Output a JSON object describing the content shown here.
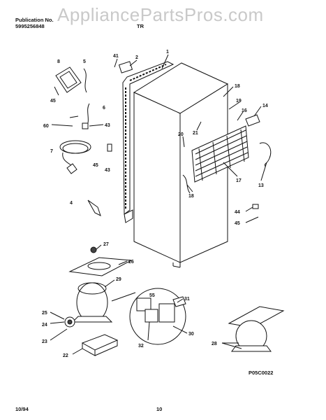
{
  "header": {
    "publication_label": "Publication No.",
    "publication_number": "5995256848",
    "model_prefix": "TR"
  },
  "watermark": "AppliancePartsPros.com",
  "footer": {
    "date": "10/94",
    "page": "10",
    "diagram_code": "P05C0022"
  },
  "callouts": [
    "1",
    "2",
    "41",
    "8",
    "5",
    "45",
    "6",
    "60",
    "43",
    "7",
    "45",
    "43",
    "4",
    "18",
    "19",
    "16",
    "14",
    "21",
    "20",
    "13",
    "17",
    "18",
    "44",
    "45",
    "27",
    "26",
    "29",
    "55",
    "31",
    "25",
    "24",
    "23",
    "30",
    "32",
    "22",
    "28"
  ]
}
